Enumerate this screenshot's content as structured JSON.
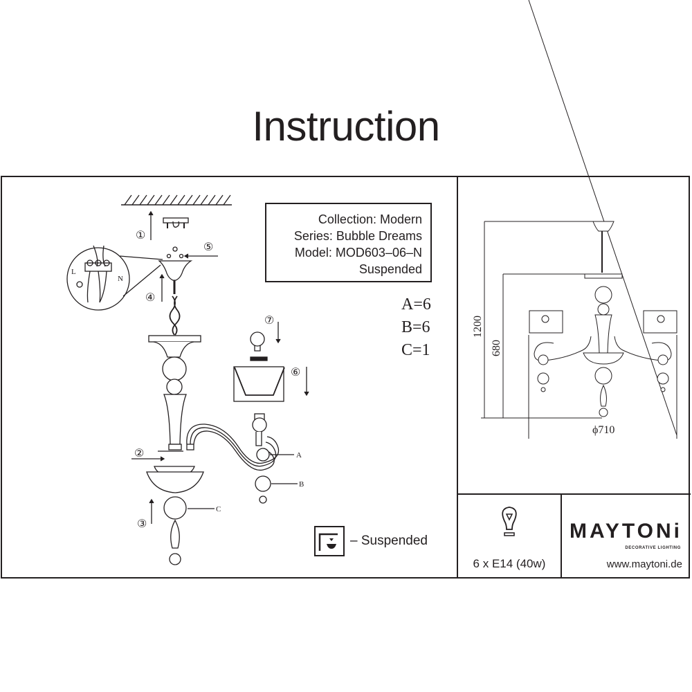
{
  "header": {
    "title": "Instruction"
  },
  "product": {
    "collection": "Collection: Modern",
    "series": "Series: Bubble Dreams",
    "model": "Model: MOD603–06–N",
    "type": "Suspended"
  },
  "parts": [
    {
      "label": "A=6"
    },
    {
      "label": "B=6"
    },
    {
      "label": "C=1"
    }
  ],
  "steps": [
    "①",
    "②",
    "③",
    "④",
    "⑤",
    "⑥",
    "⑦"
  ],
  "part_callouts": {
    "a": "A",
    "b": "B",
    "c": "C"
  },
  "wiring": {
    "live": "L",
    "neutral": "N"
  },
  "mount_legend": {
    "icon": "suspended-mount-icon",
    "label": "– Suspended"
  },
  "dimensions": {
    "total_height": "1200",
    "body_height": "680",
    "diameter": "ϕ710"
  },
  "bulb": {
    "icon": "light-bulb-icon",
    "spec": "6 x E14 (40w)"
  },
  "brand": {
    "name": "MAYTONi",
    "tagline": "DECORATIVE LIGHTING",
    "url": "www.maytoni.de"
  }
}
